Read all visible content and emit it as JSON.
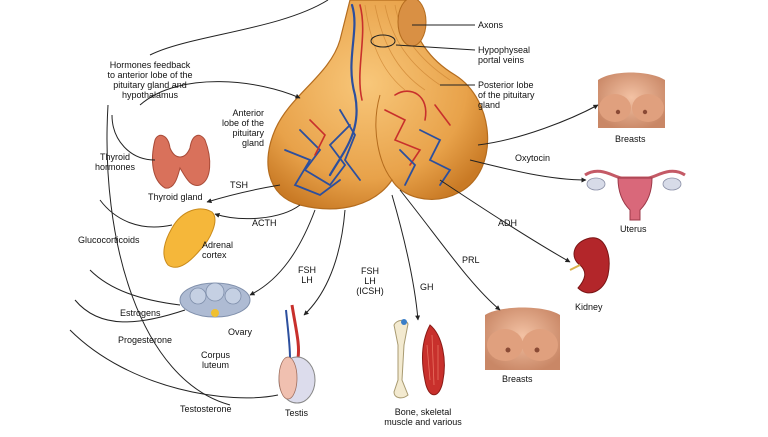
{
  "pituitary": {
    "axons": "Axons",
    "portal_veins": "Hypophyseal\nportal veins",
    "posterior_lobe": "Posterior lobe\nof the pituitary\ngland",
    "anterior_lobe": "Anterior\nlobe of the\npituitary\ngland"
  },
  "feedback": "Hormones feedback\nto anterior lobe of the\npituitary gland and\nhypothalamus",
  "hormones": {
    "thyroid_hormones": "Thyroid\nhormones",
    "tsh": "TSH",
    "acth": "ACTH",
    "glucocorticoids": "Glucocorticoids",
    "fsh_lh": "FSH\nLH",
    "fsh_lh_icsh": "FSH\nLH\n(ICSH)",
    "estrogens": "Estrogens",
    "progesterone": "Progesterone",
    "testosterone": "Testosterone",
    "gh": "GH",
    "prl": "PRL",
    "adh": "ADH",
    "oxytocin": "Oxytocin"
  },
  "targets": {
    "thyroid_gland": "Thyroid gland",
    "adrenal_cortex": "Adrenal\ncortex",
    "ovary": "Ovary",
    "corpus_luteum": "Corpus\nluteum",
    "testis": "Testis",
    "bone_muscle": "Bone, skeletal\nmuscle and various",
    "breasts_lower": "Breasts",
    "kidney": "Kidney",
    "uterus": "Uterus",
    "breasts_upper": "Breasts"
  },
  "colors": {
    "gland": "#e8a24a",
    "gland_dark": "#c97a25",
    "vessel_blue": "#2c4f9e",
    "vessel_red": "#c8302c",
    "line": "#222222"
  }
}
